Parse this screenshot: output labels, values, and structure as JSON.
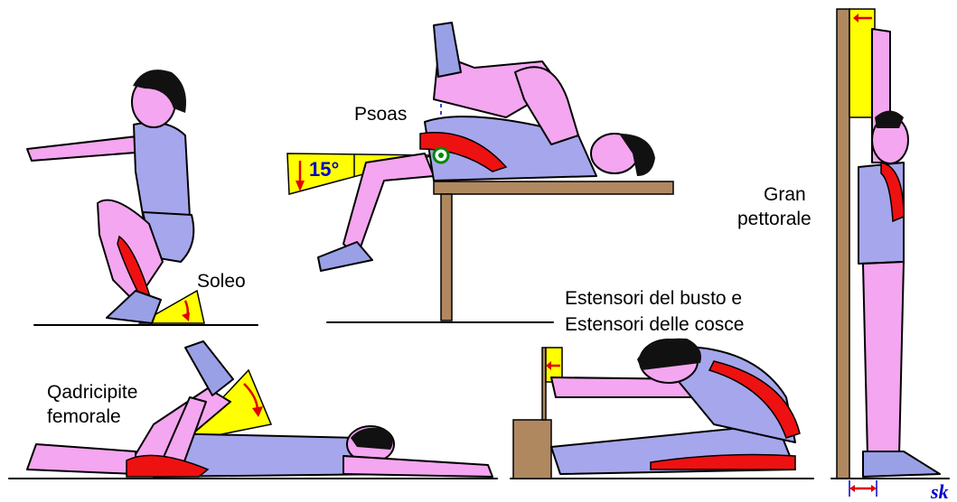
{
  "labels": {
    "soleo": "Soleo",
    "psoas": "Psoas",
    "angle": "15°",
    "quadricipite_line1": "Qadricipite",
    "quadricipite_line2": "femorale",
    "estensori_line1": "Estensori del busto e",
    "estensori_line2": "Estensori delle cosce",
    "pettorale_line1": "Gran",
    "pettorale_line2": "pettorale",
    "signature": "sk"
  },
  "colors": {
    "skin": "#f4a6f0",
    "shirt": "#a6a6ec",
    "muscle": "#ee1111",
    "range_wedge": "#ffff00",
    "wood": "#b08860",
    "arrow": "#e00000",
    "angle_text": "#0000cc"
  }
}
